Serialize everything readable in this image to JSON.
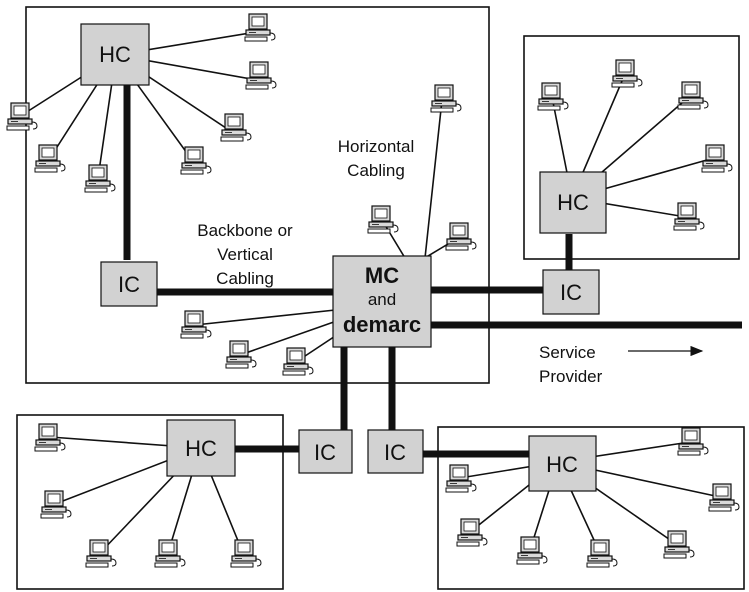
{
  "nodes": {
    "hc_top_left": "HC",
    "ic_left": "IC",
    "mc_line1": "MC",
    "mc_line2": "and",
    "mc_line3": "demarc",
    "hc_right": "HC",
    "ic_right": "IC",
    "ic_bottom_left": "IC",
    "ic_bottom_right": "IC",
    "hc_bottom_left": "HC",
    "hc_bottom_right": "HC"
  },
  "labels": {
    "horizontal_line1": "Horizontal",
    "horizontal_line2": "Cabling",
    "backbone_line1": "Backbone or",
    "backbone_line2": "Vertical",
    "backbone_line3": "Cabling",
    "service_line1": "Service",
    "service_line2": "Provider"
  },
  "icons": {
    "workstation": "computer-icon"
  }
}
